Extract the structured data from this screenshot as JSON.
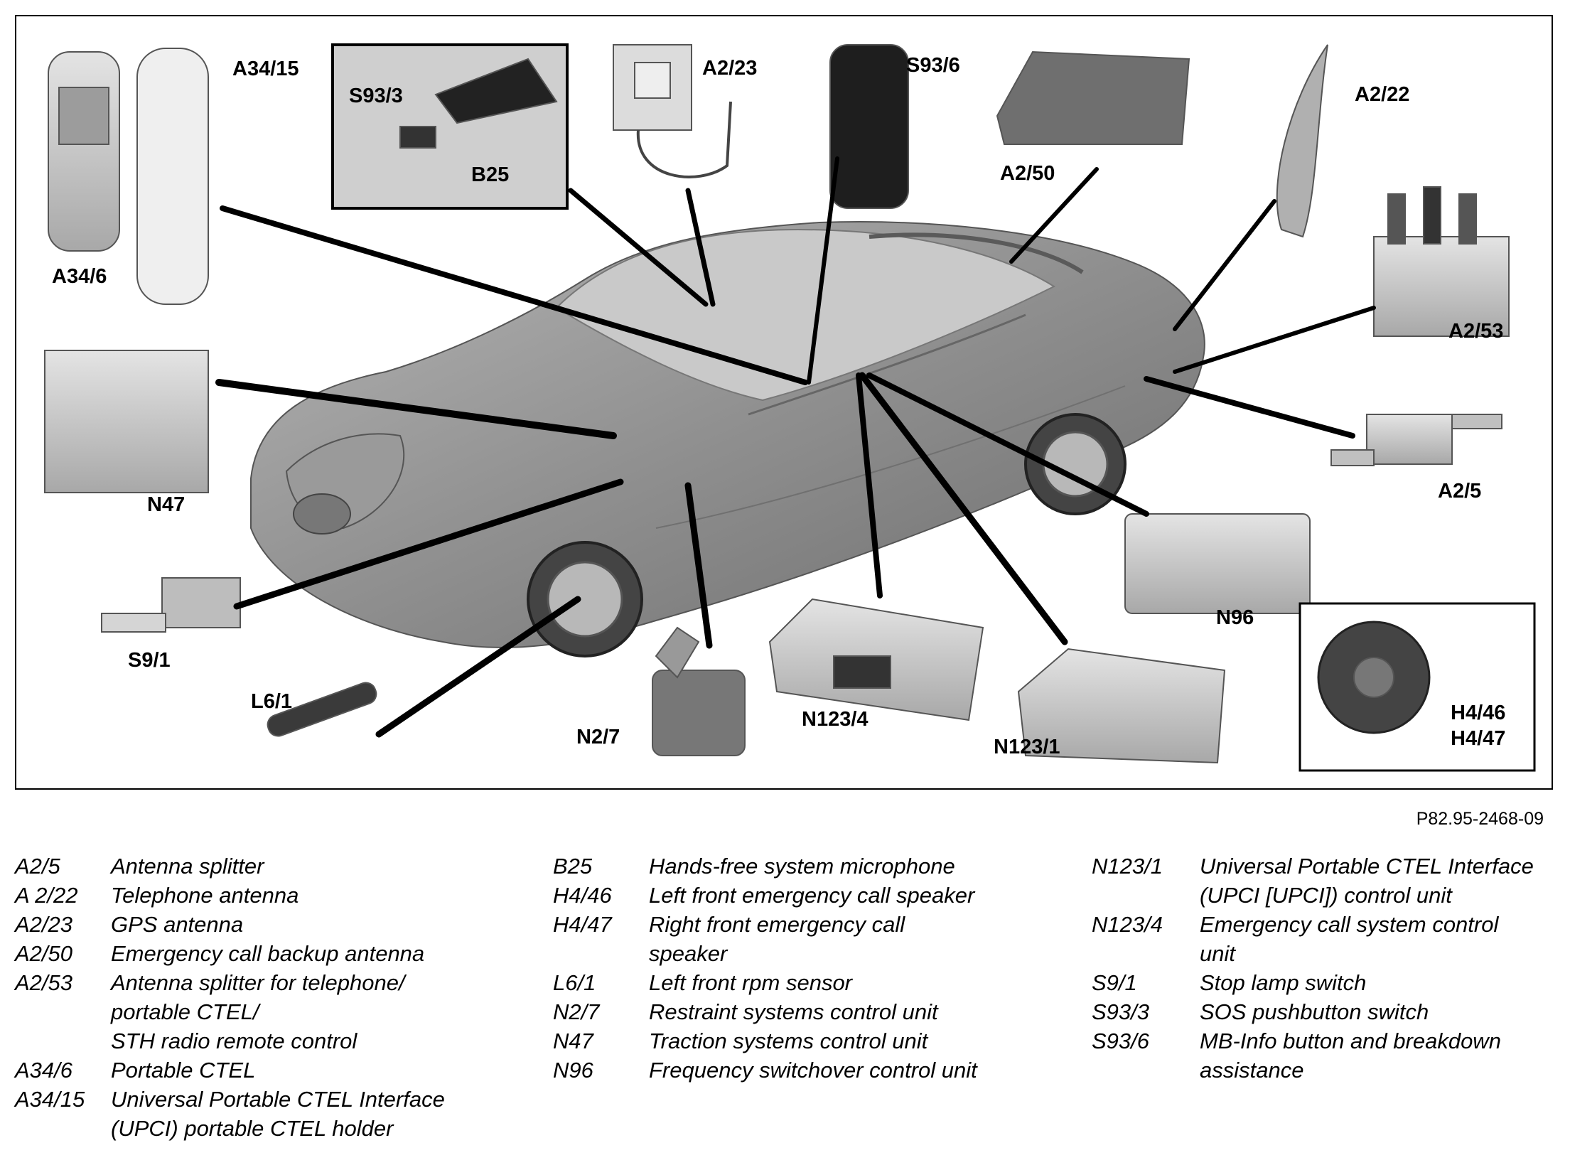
{
  "diagram": {
    "reference": "P82.95-2468-09",
    "component_labels": {
      "a34_15": "A34/15",
      "s93_3": "S93/3",
      "b25": "B25",
      "a2_23": "A2/23",
      "s93_6": "S93/6",
      "a2_50": "A2/50",
      "a2_22": "A2/22",
      "a34_6": "A34/6",
      "a2_53": "A2/53",
      "n47": "N47",
      "a2_5": "A2/5",
      "s9_1": "S9/1",
      "n96": "N96",
      "l6_1": "L6/1",
      "n2_7": "N2/7",
      "n123_4": "N123/4",
      "n123_1": "N123/1",
      "h4_46": "H4/46",
      "h4_47": "H4/47"
    }
  },
  "legend": {
    "column1": [
      {
        "code": "A2/5",
        "desc": "Antenna splitter"
      },
      {
        "code": "A 2/22",
        "desc": "Telephone antenna"
      },
      {
        "code": "A2/23",
        "desc": "GPS antenna"
      },
      {
        "code": "A2/50",
        "desc": "Emergency call backup antenna"
      },
      {
        "code": "A2/53",
        "desc": " Antenna splitter for telephone/\nportable CTEL/\nSTH radio remote control"
      },
      {
        "code": "A34/6",
        "desc": "Portable CTEL"
      },
      {
        "code": "A34/15",
        "desc": "Universal Portable CTEL Interface\n(UPCI) portable CTEL holder"
      }
    ],
    "column2": [
      {
        "code": "B25",
        "desc": "Hands-free system microphone"
      },
      {
        "code": "H4/46",
        "desc": "Left front emergency call speaker"
      },
      {
        "code": "H4/47",
        "desc": "Right front emergency call\nspeaker"
      },
      {
        "code": "L6/1",
        "desc": "Left front rpm sensor"
      },
      {
        "code": "N2/7",
        "desc": "Restraint systems control unit"
      },
      {
        "code": "N47",
        "desc": "Traction systems control unit"
      },
      {
        "code": "N96",
        "desc": "Frequency switchover control unit"
      }
    ],
    "column3": [
      {
        "code": "N123/1",
        "desc": "Universal Portable CTEL Interface\n(UPCI [UPCI]) control unit"
      },
      {
        "code": "N123/4",
        "desc": "Emergency call system control\nunit"
      },
      {
        "code": "S9/1",
        "desc": "Stop lamp switch"
      },
      {
        "code": "S93/3",
        "desc": "SOS pushbutton switch"
      },
      {
        "code": "S93/6",
        "desc": "MB-Info button and breakdown\nassistance"
      }
    ]
  }
}
